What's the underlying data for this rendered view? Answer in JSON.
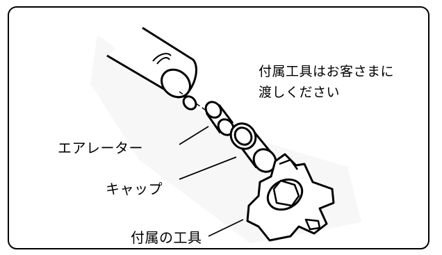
{
  "labels": {
    "aerator": "エアレーター",
    "cap": "キャップ",
    "tool": "付属の工具"
  },
  "note": {
    "line1": "付属工具はお客さまに",
    "line2": "渡しください"
  },
  "icons": [
    "faucet-pipe-icon",
    "o-ring-icon",
    "aerator-icon",
    "cap-icon",
    "tool-icon"
  ]
}
